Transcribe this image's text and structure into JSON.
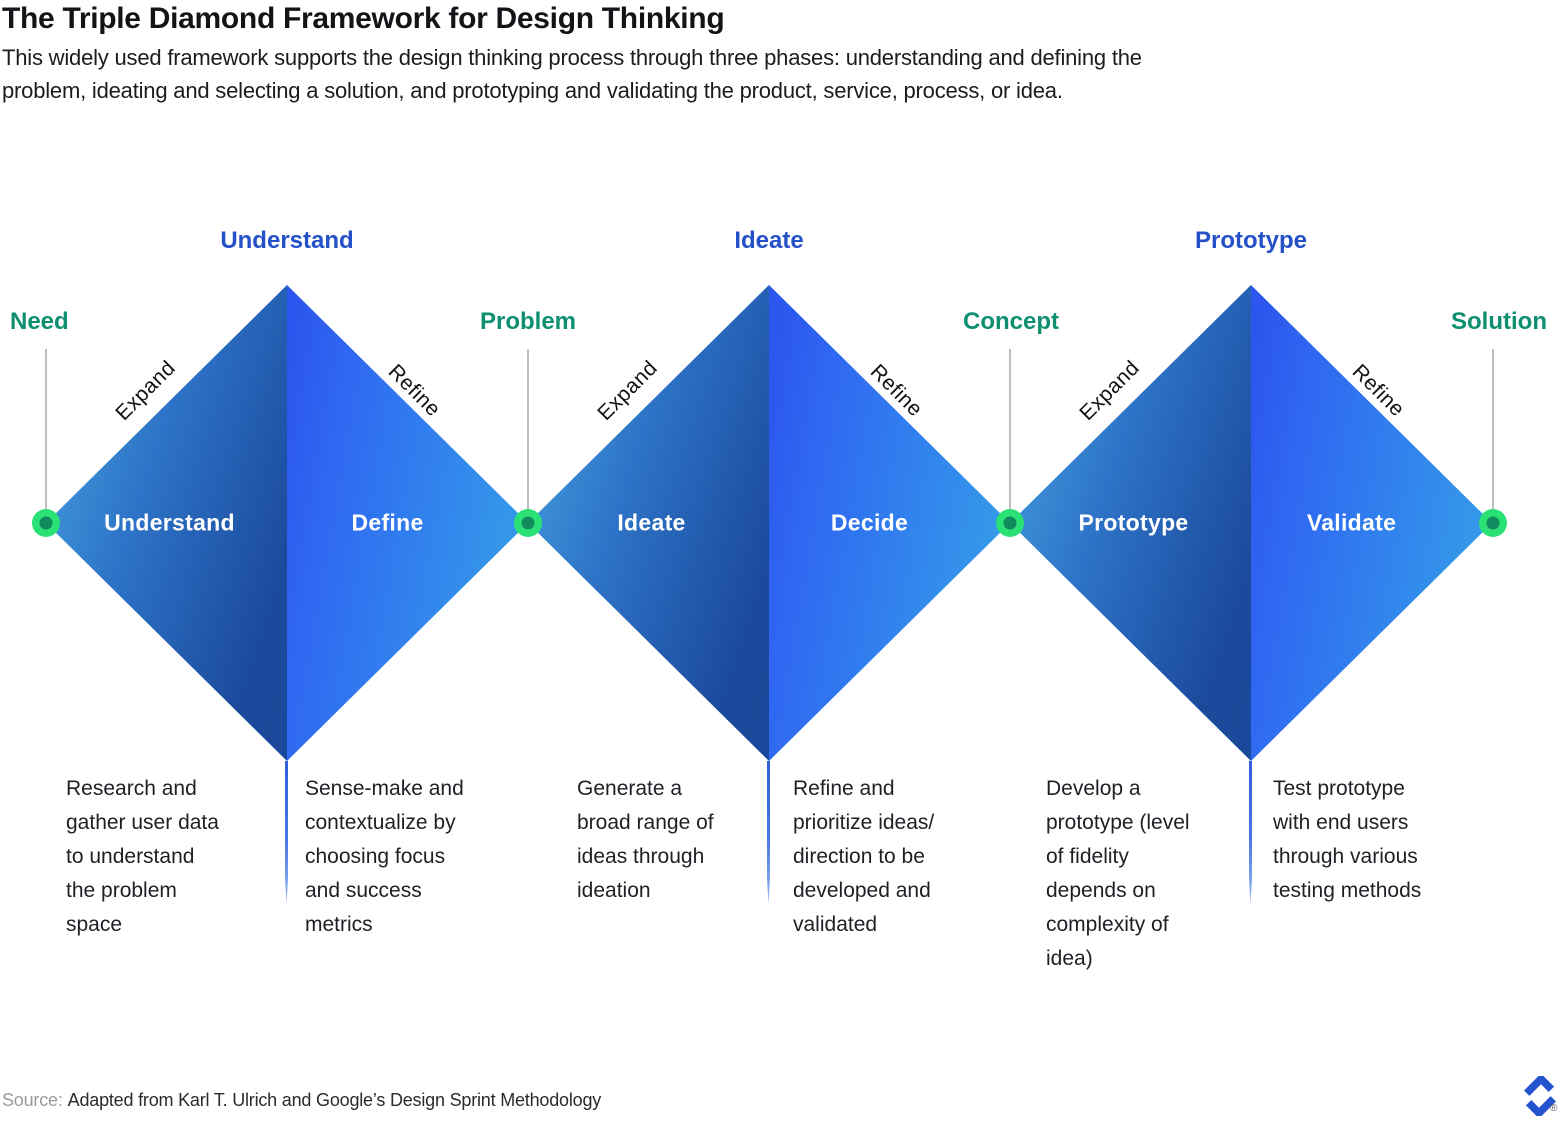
{
  "header": {
    "title": "The Triple Diamond Framework for Design Thinking",
    "subtitle": "This widely used framework supports the design thinking process through three phases: understanding and defining the\nproblem, ideating and selecting a solution, and prototyping and validating the product, service, process, or idea."
  },
  "diagram": {
    "diamonds": [
      {
        "phase_label": "Understand",
        "expand_label": "Expand",
        "refine_label": "Refine",
        "left_stage": "Understand",
        "right_stage": "Define",
        "left_description": "Research and\ngather user data\nto understand\nthe problem\nspace",
        "right_description": "Sense-make and\ncontextualize by\nchoosing focus\nand success\nmetrics"
      },
      {
        "phase_label": "Ideate",
        "expand_label": "Expand",
        "refine_label": "Refine",
        "left_stage": "Ideate",
        "right_stage": "Decide",
        "left_description": "Generate a\nbroad range of\nideas through\nideation",
        "right_description": "Refine and\nprioritize ideas/\ndirection to be\ndeveloped and\nvalidated"
      },
      {
        "phase_label": "Prototype",
        "expand_label": "Expand",
        "refine_label": "Refine",
        "left_stage": "Prototype",
        "right_stage": "Validate",
        "left_description": "Develop a\nprototype (level\nof fidelity\ndepends on\ncomplexity of\nidea)",
        "right_description": "Test prototype\nwith end users\nthrough various\ntesting methods"
      }
    ],
    "milestones": [
      {
        "label": "Need"
      },
      {
        "label": "Problem"
      },
      {
        "label": "Concept"
      },
      {
        "label": "Solution"
      }
    ]
  },
  "footer": {
    "source_label": "Source:",
    "source_text": "Adapted from Karl T. Ulrich and Google’s Design Sprint Methodology",
    "registered_mark": "®"
  },
  "colors": {
    "phase_title_blue": "#2450C8",
    "milestone_green": "#0E8F70",
    "dot_outer_green": "#29E175",
    "dot_inner_green": "#128A60",
    "diamond_left_light": "#4BAAE3",
    "diamond_dark_navy": "#1B4A9C",
    "diamond_right_indigo": "#2E5FEF",
    "diamond_right_light": "#38A8E8",
    "logo_blue": "#2353CE"
  }
}
